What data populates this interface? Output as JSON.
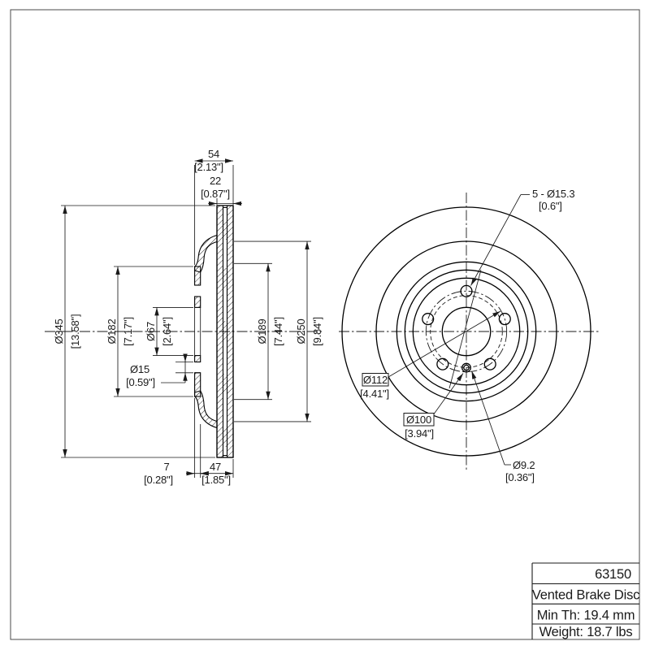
{
  "drawing": {
    "section_view": {
      "dims": {
        "d345": {
          "mm": "Ø345",
          "in": "[13.58\"]"
        },
        "d182": {
          "mm": "Ø182",
          "in": "[7.17\"]"
        },
        "d67": {
          "mm": "Ø67",
          "in": "[2.64\"]"
        },
        "d15": {
          "mm": "Ø15",
          "in": "[0.59\"]"
        },
        "d189": {
          "mm": "Ø189",
          "in": "[7.44\"]"
        },
        "d250": {
          "mm": "Ø250",
          "in": "[9.84\"]"
        },
        "w54": {
          "mm": "54",
          "in": "[2.13\"]"
        },
        "w22": {
          "mm": "22",
          "in": "[0.87\"]"
        },
        "w7": {
          "mm": "7",
          "in": "[0.28\"]"
        },
        "w47": {
          "mm": "47",
          "in": "[1.85\"]"
        }
      }
    },
    "front_view": {
      "labels": {
        "bolt_holes": {
          "mm": "5 - Ø15.3",
          "in": "[0.6\"]"
        },
        "d112": {
          "mm": "Ø112",
          "in": "[4.41\"]"
        },
        "d100": {
          "mm": "Ø100",
          "in": "[3.94\"]"
        },
        "d9_2": {
          "mm": "Ø9.2",
          "in": "[0.36\"]"
        }
      }
    },
    "title_block": {
      "part_number": "63150",
      "description": "Vented Brake Disc",
      "min_thickness": "Min Th: 19.4 mm",
      "weight": "Weight: 18.7 lbs"
    },
    "line_color": "#000000",
    "background": "#ffffff"
  }
}
